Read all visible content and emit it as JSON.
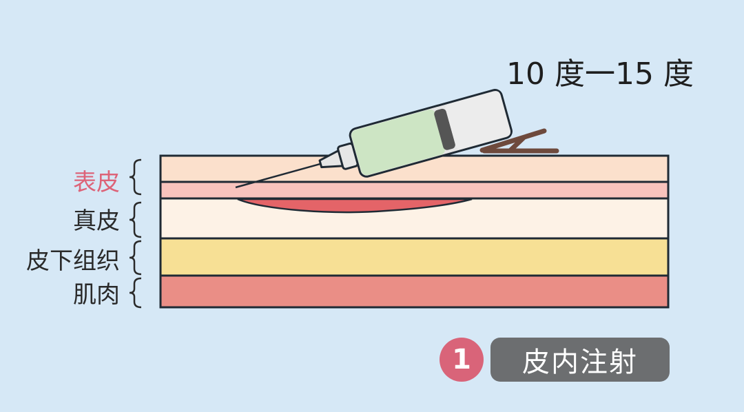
{
  "angle_label": "10 度一15 度",
  "layers": [
    {
      "name": "表皮",
      "fill": "#fbe0cc",
      "label_color": "#dd6378"
    },
    {
      "name": "真皮",
      "fill": "#fdf2e6",
      "label_color": "#2a2a2a"
    },
    {
      "name": "皮下组织",
      "fill": "#f7e095",
      "label_color": "#2a2a2a"
    },
    {
      "name": "肌肉",
      "fill": "#ea8e86",
      "label_color": "#2a2a2a"
    }
  ],
  "colors": {
    "background": "#d6e8f6",
    "outline": "#1f2a34",
    "thin_layer": "#f8c3bd",
    "bleb": "#e46468",
    "syringe_barrel": "#cde5c4",
    "syringe_body": "#e6e6e6",
    "plunger": "#555555",
    "hand": "#6e4a3d",
    "step_circle": "#d96479",
    "pill": "#6c6e70"
  },
  "step": {
    "number": "1",
    "label": "皮内注射"
  }
}
